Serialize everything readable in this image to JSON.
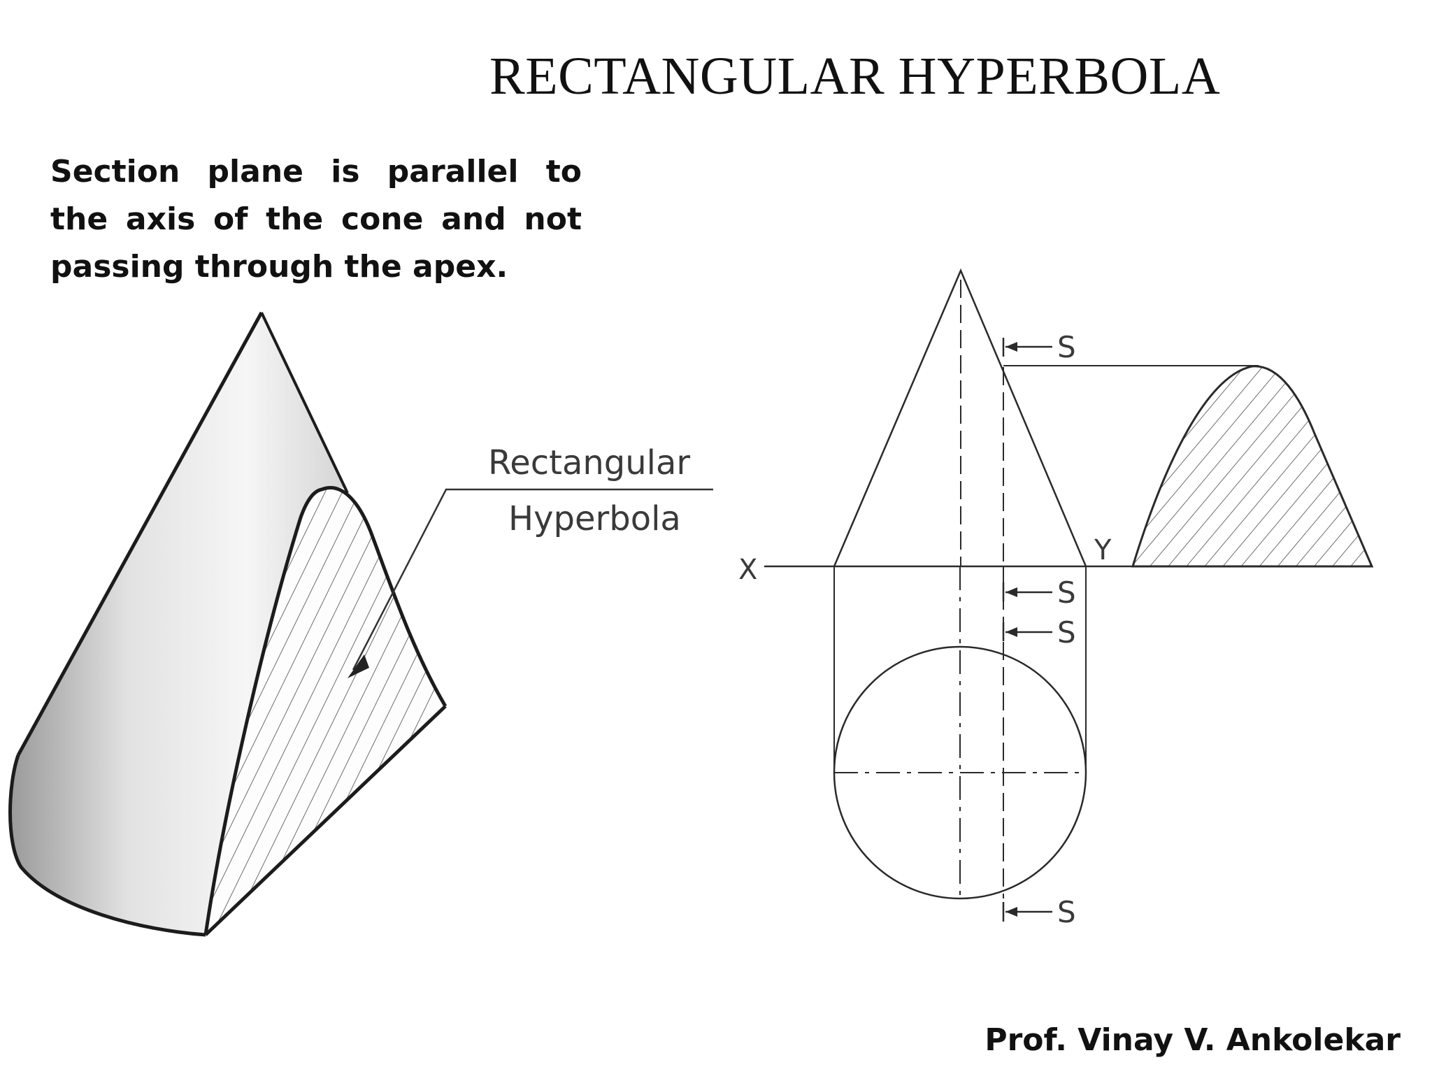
{
  "title": "RECTANGULAR HYPERBOLA",
  "description": "Section plane is parallel to the axis of the cone and not passing through the apex.",
  "pictorial": {
    "callout_line1": "Rectangular",
    "callout_line2": "Hyperbola"
  },
  "orthographic": {
    "x_label": "X",
    "y_label": "Y",
    "section_labels": [
      "S",
      "S",
      "S",
      "S"
    ]
  },
  "author": "Prof. Vinay V. Ankolekar"
}
